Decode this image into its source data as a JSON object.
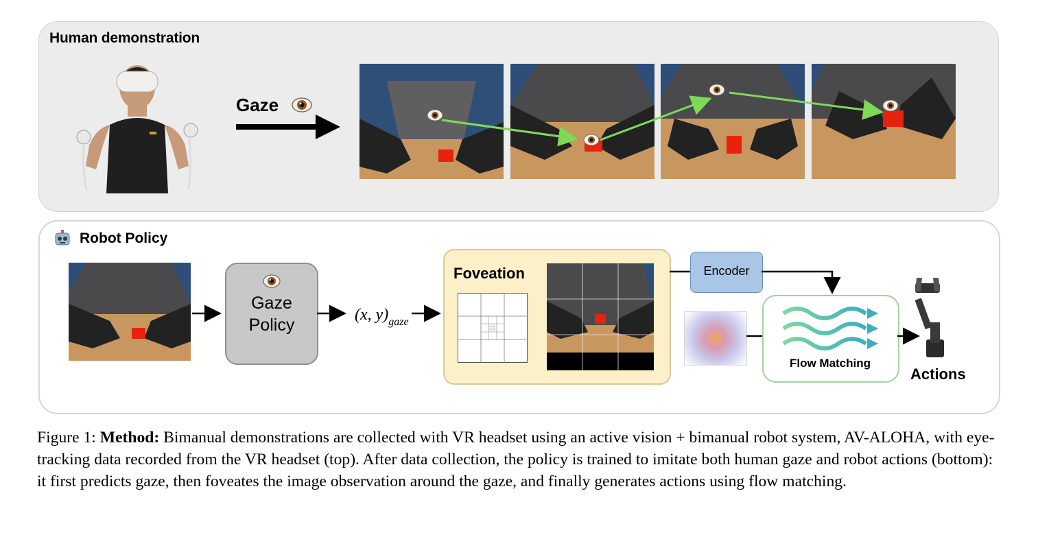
{
  "top_panel": {
    "title": "Human demonstration",
    "gaze_label": "Gaze"
  },
  "bottom_panel": {
    "title": "Robot Policy",
    "gaze_policy": {
      "line1": "Gaze",
      "line2": "Policy"
    },
    "gaze_output": {
      "main": "(x, y)",
      "subscript": "gaze"
    },
    "foveation_label": "Foveation",
    "encoder_label": "Encoder",
    "flow_matching_label": "Flow Matching",
    "actions_label": "Actions"
  },
  "caption": {
    "prefix": "Figure 1:",
    "bold": "Method:",
    "text": "Bimanual demonstrations are collected with VR headset using an active vision + bimanual robot system, AV-ALOHA, with eye-tracking data recorded from the VR headset (top). After data collection, the policy is trained to imitate both human gaze and robot actions (bottom): it first predicts gaze, then foveates the image observation around the gaze, and finally generates actions using flow matching."
  },
  "colors": {
    "gaze_trajectory": "#7ed957",
    "foveation_bg": "#fbf0c8",
    "encoder_bg": "#a9c6e6",
    "flow_border": "#a6cfa6",
    "object_red": "#e8220f"
  },
  "icons": [
    "eye-icon",
    "robot-face-icon",
    "robot-arm-icon",
    "vr-user-photo"
  ]
}
